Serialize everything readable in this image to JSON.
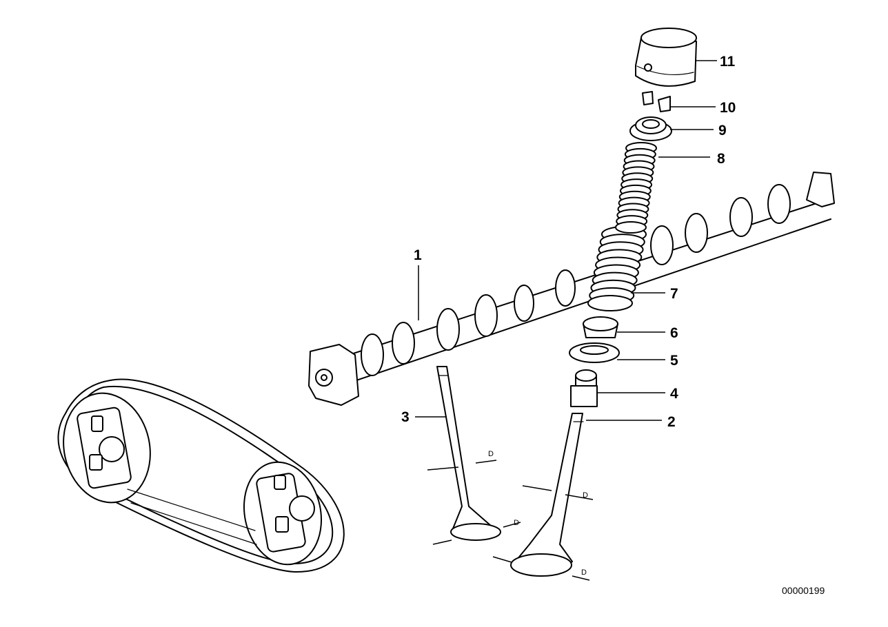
{
  "callouts": [
    "1",
    "2",
    "3",
    "4",
    "5",
    "6",
    "7",
    "8",
    "9",
    "10",
    "11"
  ],
  "dimension_label": "D",
  "drawing_number": "00000199"
}
